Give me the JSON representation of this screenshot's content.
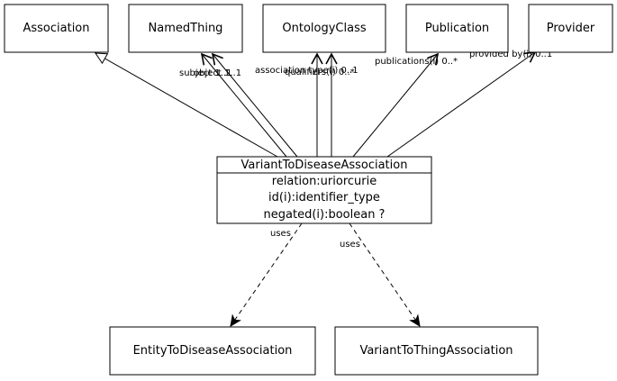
{
  "classes": {
    "association": "Association",
    "named_thing": "NamedThing",
    "ontology_class": "OntologyClass",
    "publication": "Publication",
    "provider": "Provider",
    "main": "VariantToDiseaseAssociation",
    "entity_to_disease": "EntityToDiseaseAssociation",
    "variant_to_thing": "VariantToThingAssociation"
  },
  "attributes": [
    "relation:uriorcurie",
    "id(i):identifier_type",
    "negated(i):boolean ?"
  ],
  "edge_labels": {
    "subject": "subject 1..1",
    "object": "object 1..1",
    "association_type": "association type(i) 0..1",
    "qualifiers": "qualifiers(i) 0..*",
    "publications": "publications(i) 0..*",
    "provided_by": "provided by(i) 0..1",
    "uses_1": "uses",
    "uses_2": "uses"
  }
}
